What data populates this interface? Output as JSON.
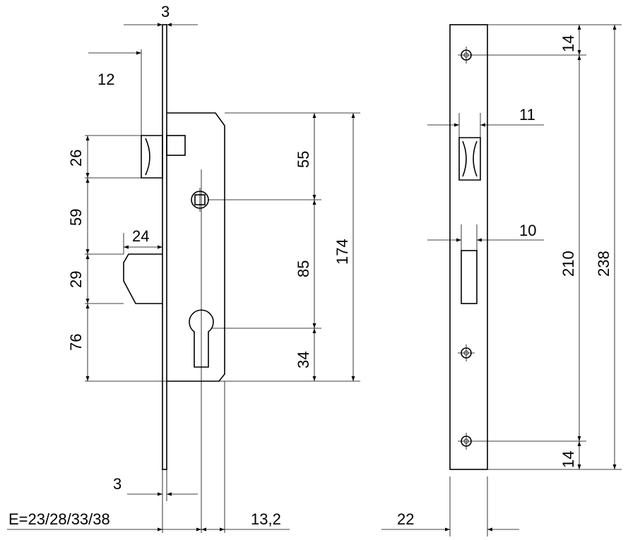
{
  "left_view": {
    "dims": {
      "faceplate_thickness_top": "3",
      "latch_projection": "12",
      "latch_height": "26",
      "latch_to_deadbolt": "59",
      "deadbolt_projection": "24",
      "deadbolt_height": "29",
      "deadbolt_to_bottom": "76",
      "top_to_spindle": "55",
      "spindle_to_cylinder": "85",
      "cylinder_to_bottom": "34",
      "body_height": "174",
      "faceplate_thickness_bottom": "3",
      "backset": "E=23/28/33/38",
      "cylinder_offset": "13,2"
    }
  },
  "right_view": {
    "dims": {
      "top_hole_offset": "14",
      "latch_width": "11",
      "deadbolt_width": "10",
      "hole_spacing": "210",
      "bottom_hole_offset": "14",
      "faceplate_length": "238",
      "faceplate_width": "22"
    }
  }
}
